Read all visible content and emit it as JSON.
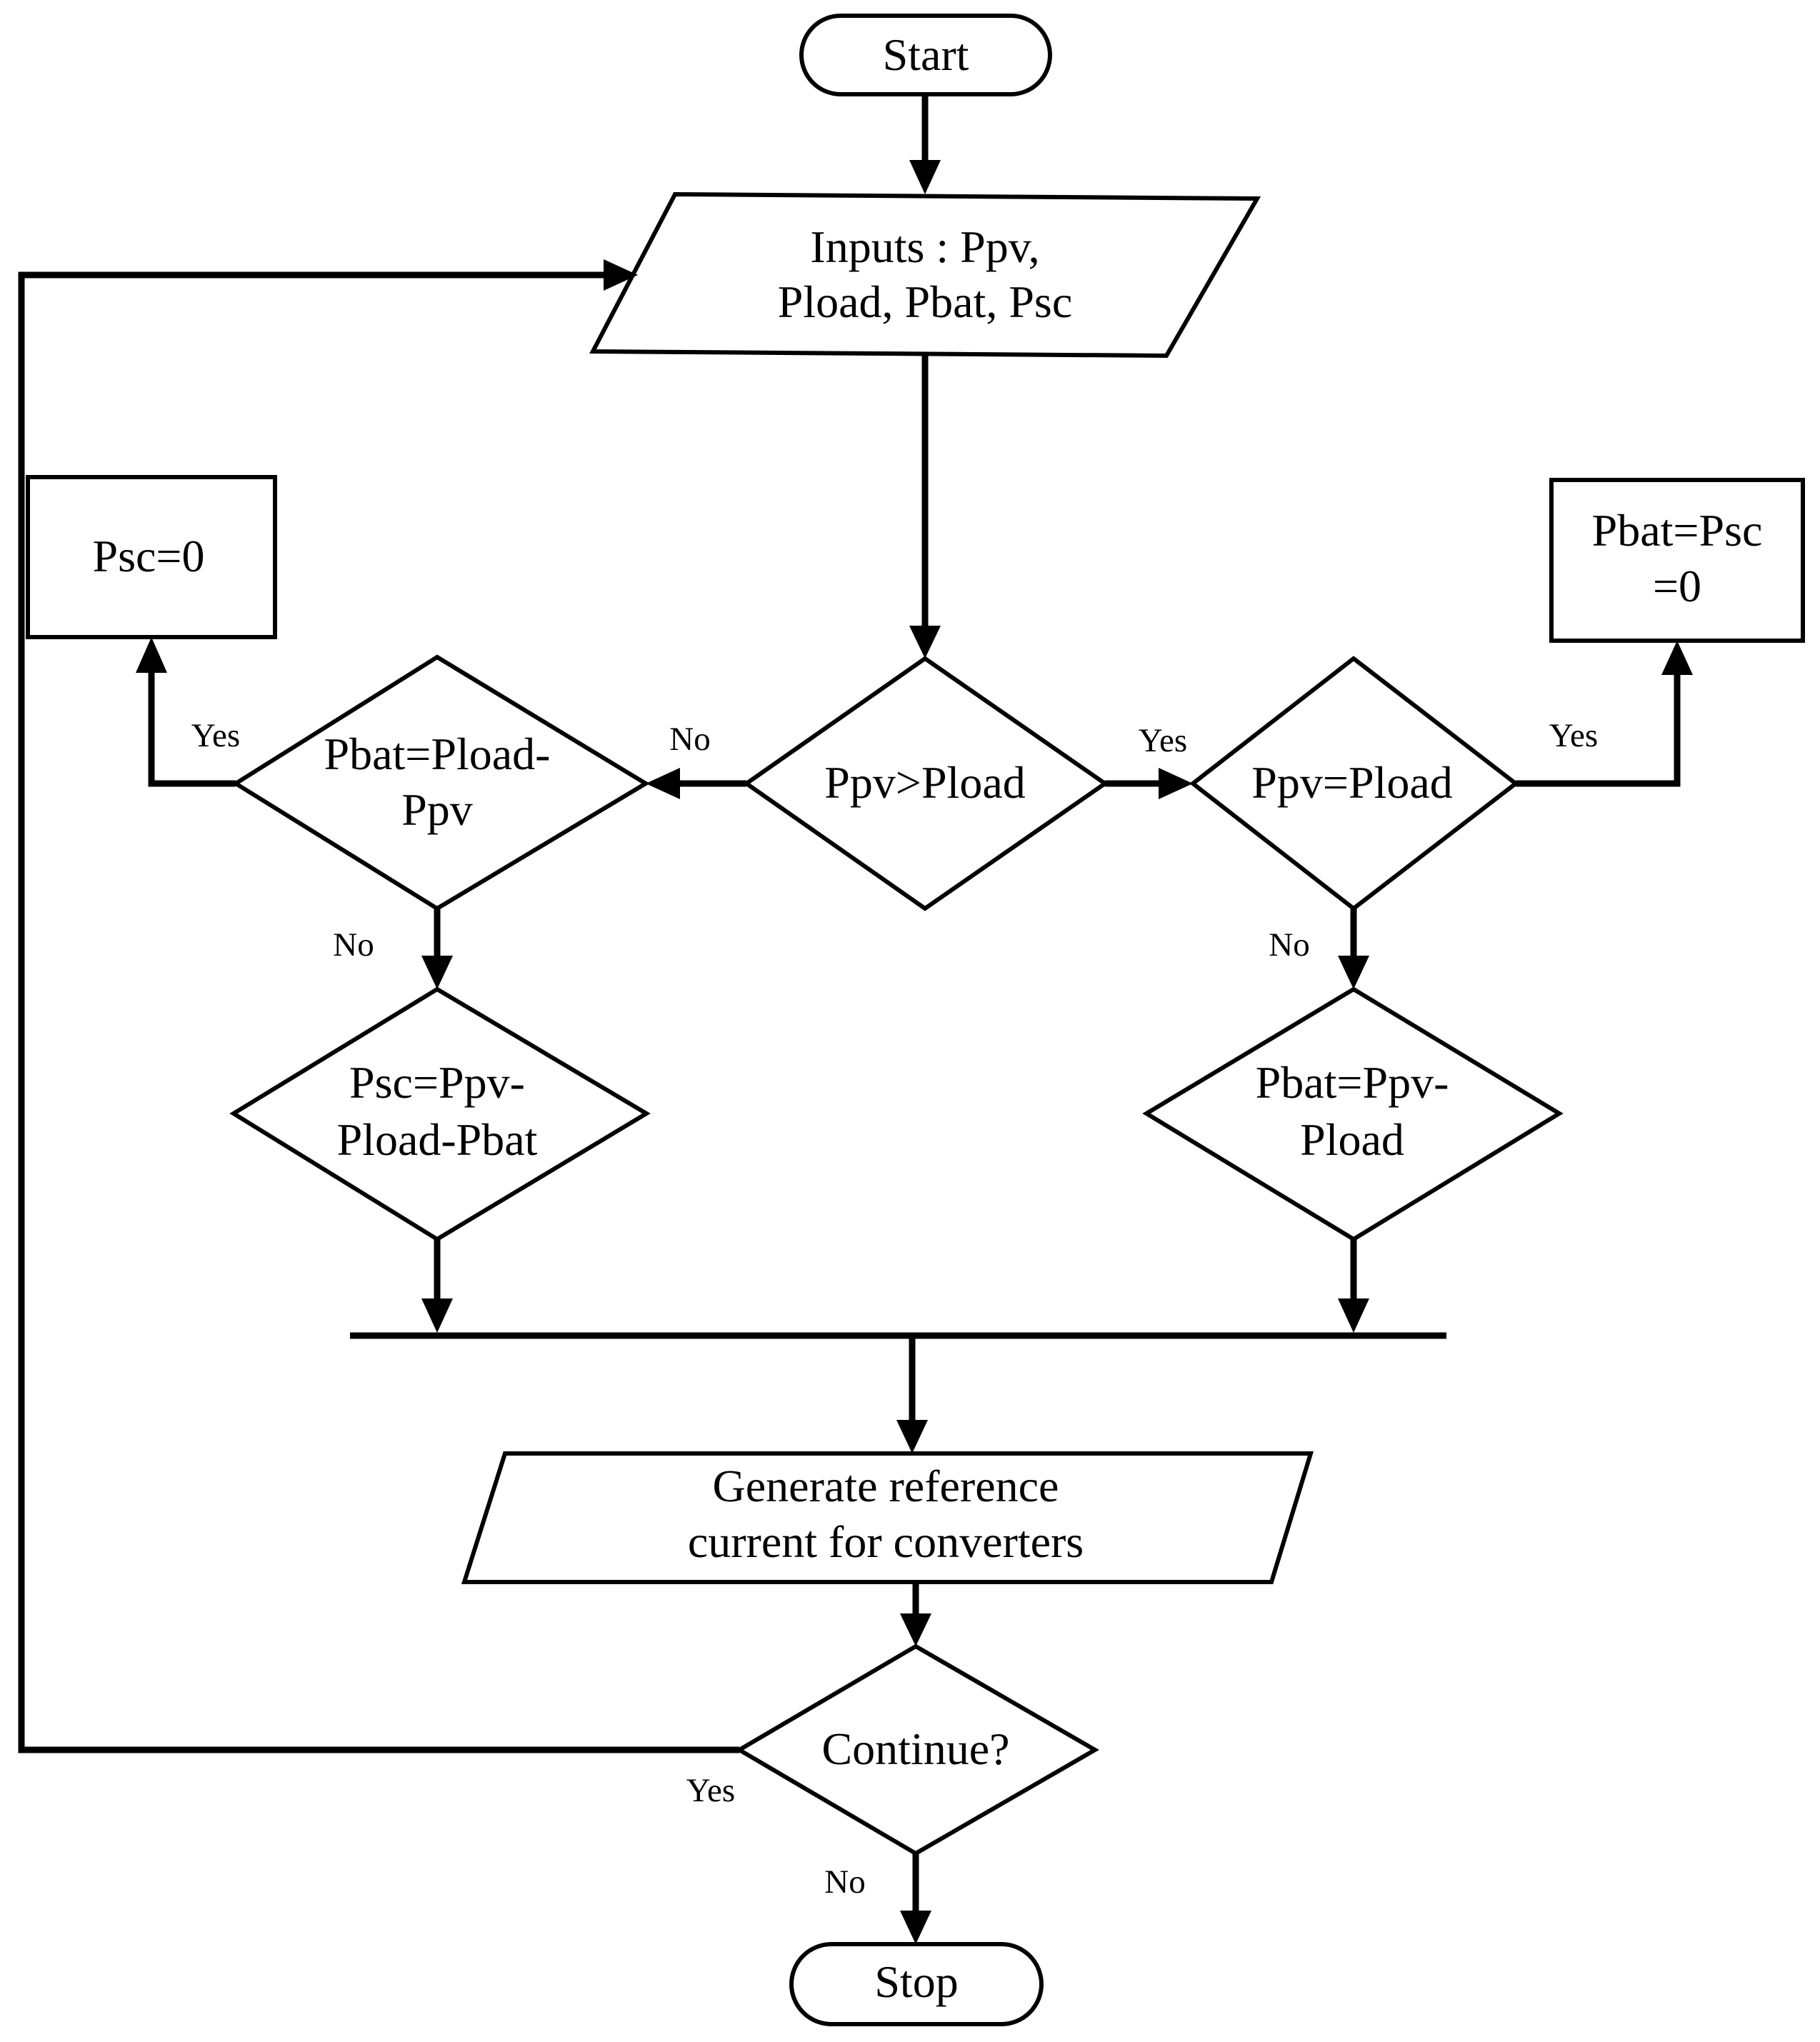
{
  "nodes": {
    "start": "Start",
    "inputs": [
      "Inputs : Ppv,",
      "Pload, Pbat, Psc"
    ],
    "ppv_gt_pload": "Ppv>Pload",
    "pbat_eq_pload_minus_ppv": [
      "Pbat=Pload-",
      "Ppv"
    ],
    "ppv_eq_pload": "Ppv=Pload",
    "psc_zero": "Psc=0",
    "pbat_psc_zero": [
      "Pbat=Psc",
      "=0"
    ],
    "psc_eq": [
      "Psc=Ppv-",
      "Pload-Pbat"
    ],
    "pbat_eq_ppv_minus_pload": [
      "Pbat=Ppv-",
      "Pload"
    ],
    "generate": [
      "Generate reference",
      "current for converters"
    ],
    "continue": "Continue?",
    "stop": "Stop"
  },
  "edges": {
    "yes": "Yes",
    "no": "No"
  }
}
